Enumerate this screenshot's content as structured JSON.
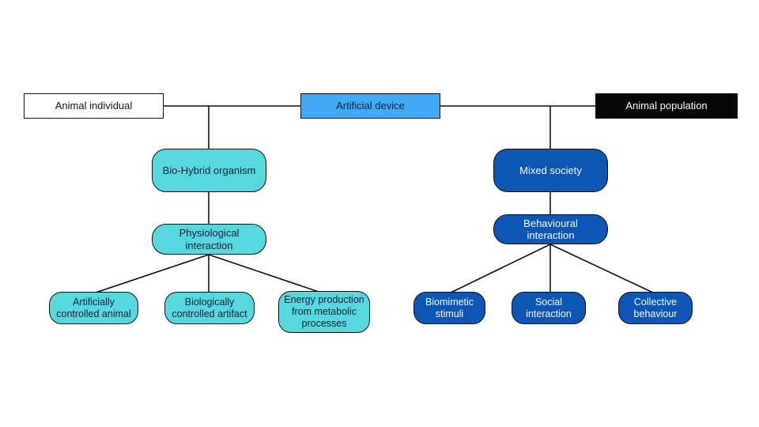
{
  "diagram": {
    "top_row": [
      {
        "label": "Animal individual"
      },
      {
        "label": "Artificial device"
      },
      {
        "label": "Animal population"
      }
    ],
    "left_branch": {
      "level2": "Bio-Hybrid organism",
      "level3": "Physiological interaction",
      "leaves": [
        "Artificially controlled animal",
        "Biologically controlled artifact",
        "Energy production from metabolic processes"
      ]
    },
    "right_branch": {
      "level2": "Mixed society",
      "level3": "Behavioural interaction",
      "leaves": [
        "Biomimetic stimuli",
        "Social interaction",
        "Collective behaviour"
      ]
    }
  },
  "colors": {
    "teal": "#57D8DF",
    "blue": "#0D56B4",
    "light-blue": "#41A9F3",
    "box-black": "#070707",
    "line": "#111111",
    "text-dark": "#12233D",
    "text-light": "#F5F8FF"
  }
}
